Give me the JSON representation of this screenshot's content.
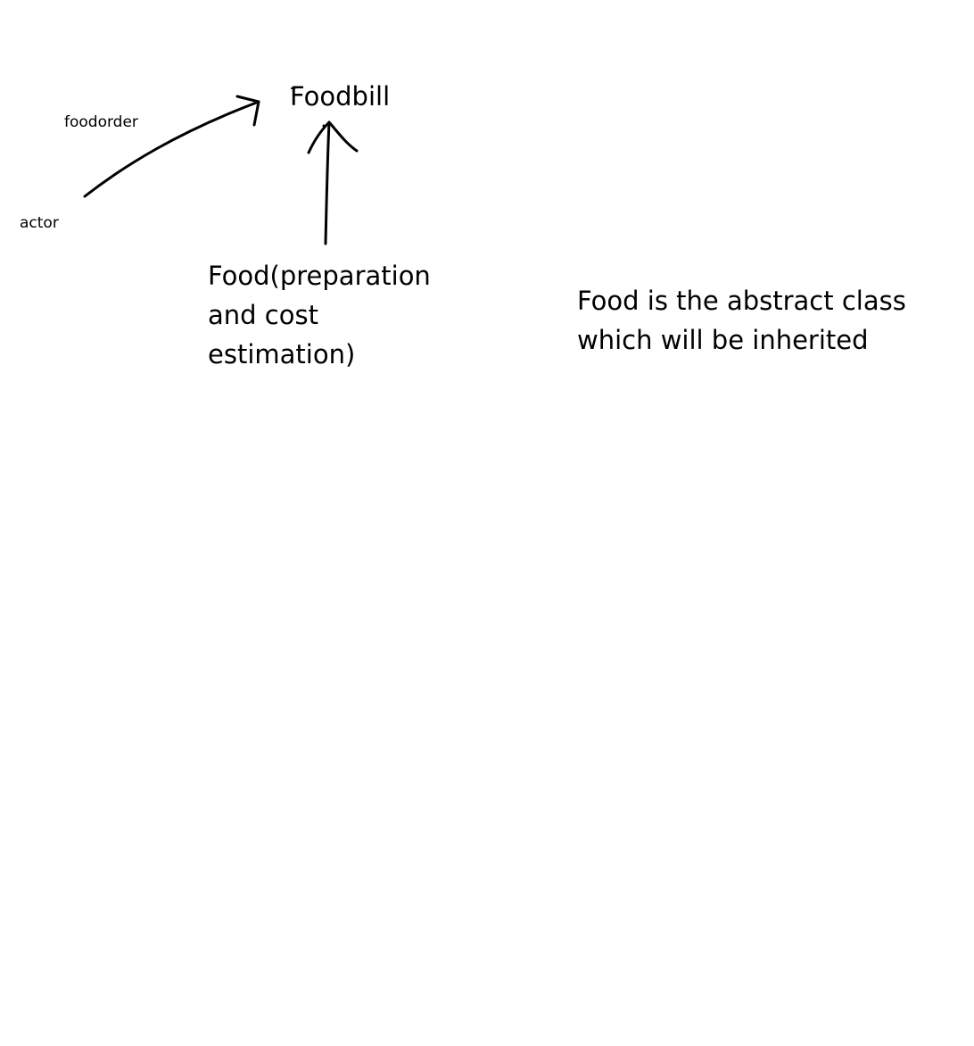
{
  "diagram": {
    "nodes": {
      "foodbill": "Foodbill",
      "foodorder": "foodorder",
      "actor": "actor",
      "food": [
        "Food(preparation",
        "and cost",
        "estimation)"
      ]
    },
    "note": [
      "Food is the abstract class",
      "which will be inherited"
    ],
    "edges": [
      {
        "from": "actor",
        "to": "foodbill",
        "label": "foodorder"
      },
      {
        "from": "food",
        "to": "foodbill",
        "label": ""
      }
    ]
  }
}
